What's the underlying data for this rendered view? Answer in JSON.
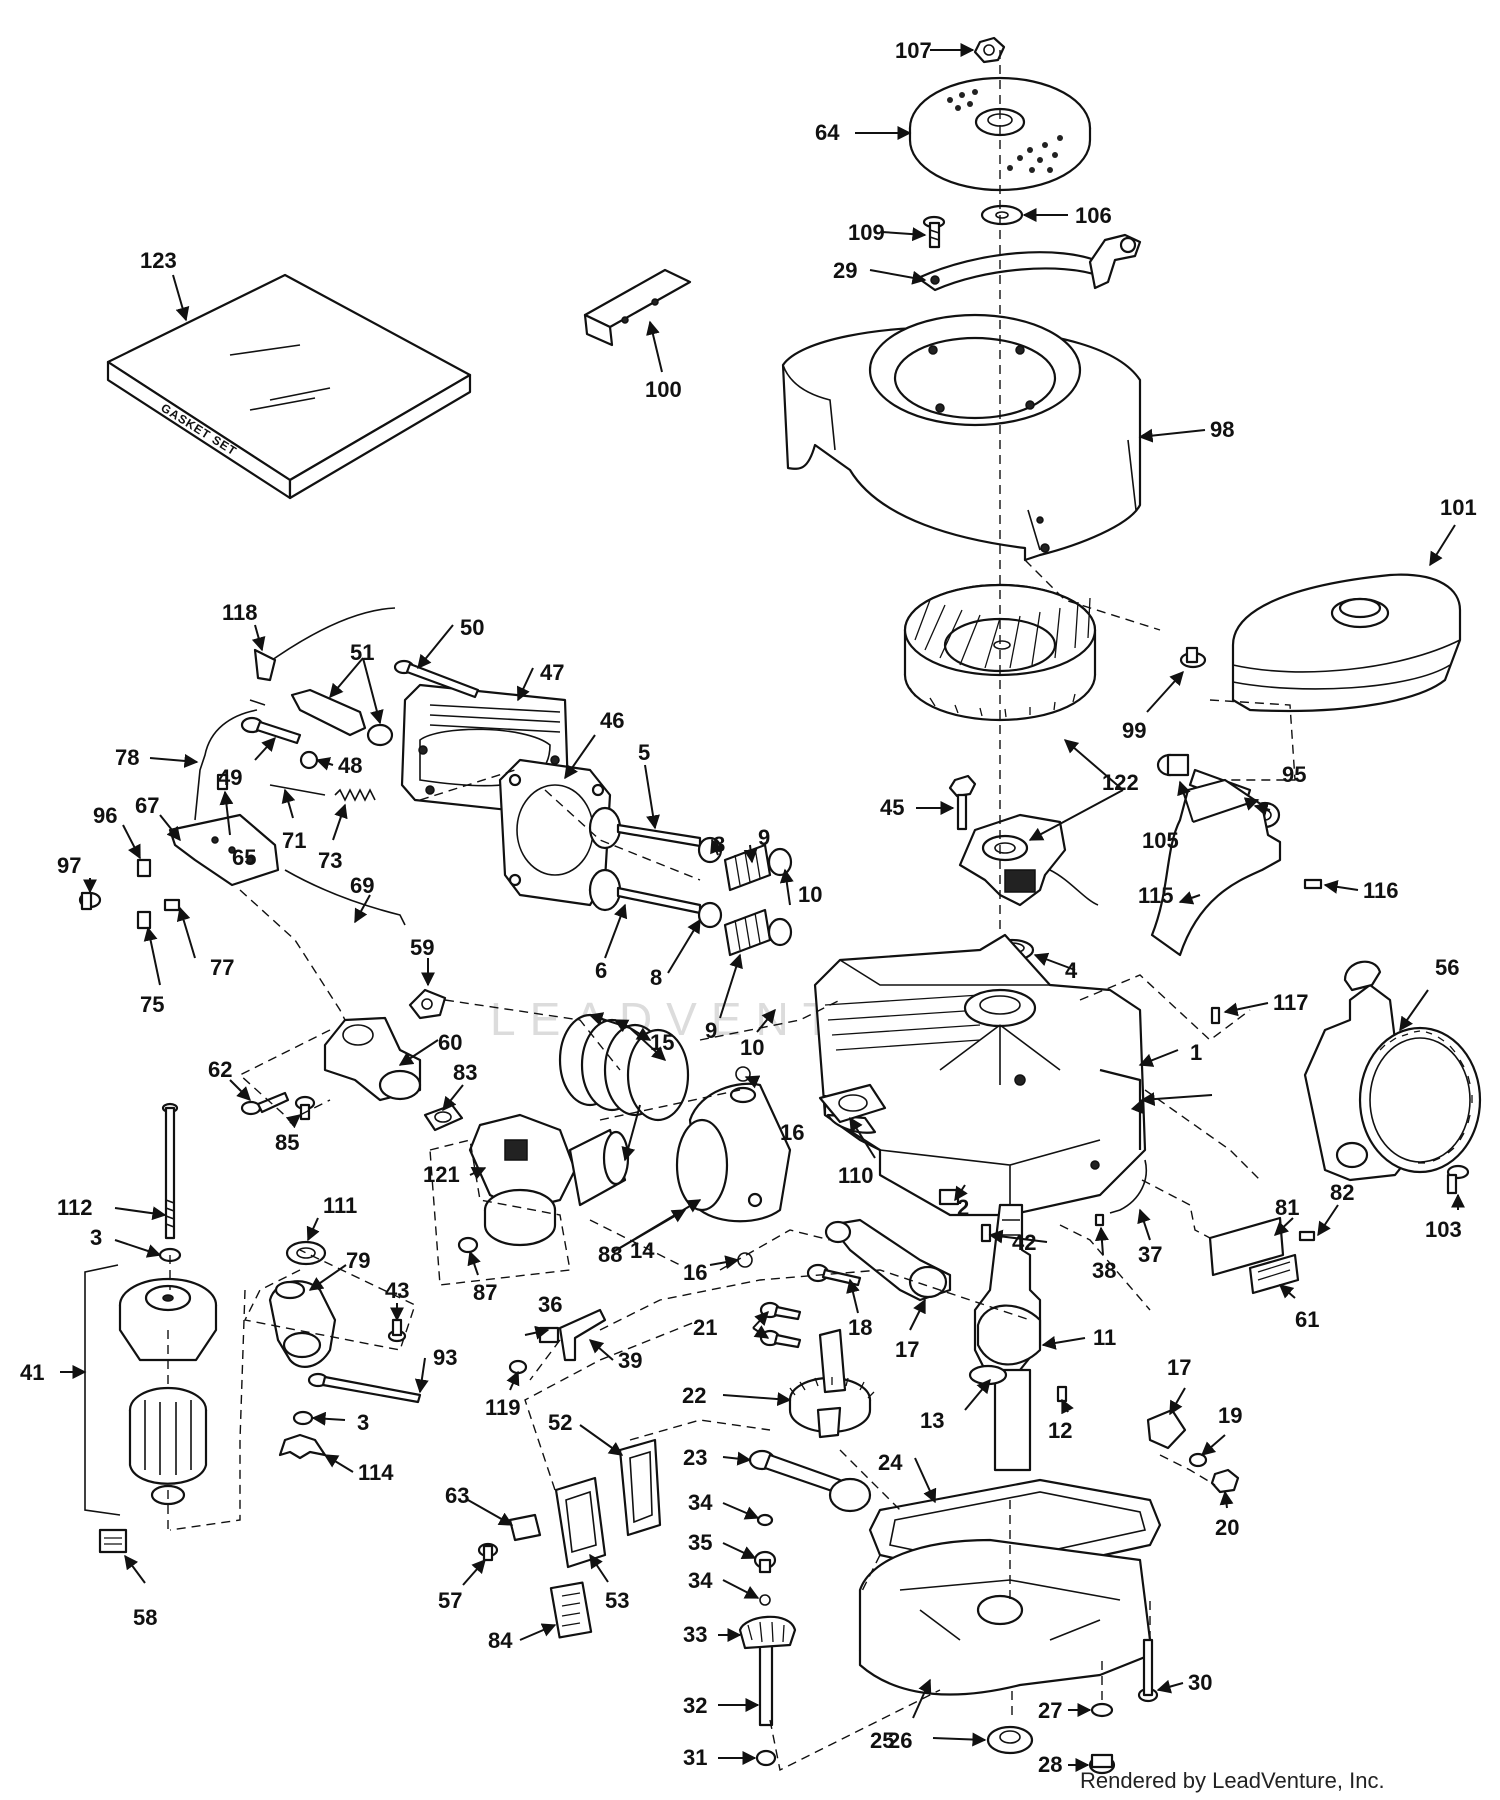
{
  "watermark": "LEADVENTURE",
  "credit": "Rendered by LeadVenture, Inc.",
  "gasket_box_text": "GASKET SET",
  "callouts": [
    "1",
    "2",
    "3",
    "3",
    "4",
    "5",
    "6",
    "8",
    "8",
    "9",
    "9",
    "10",
    "10",
    "11",
    "12",
    "13",
    "14",
    "15",
    "16",
    "16",
    "17",
    "17",
    "18",
    "19",
    "20",
    "21",
    "22",
    "23",
    "24",
    "25",
    "26",
    "27",
    "28",
    "29",
    "30",
    "31",
    "32",
    "33",
    "34",
    "34",
    "35",
    "36",
    "37",
    "38",
    "39",
    "41",
    "42",
    "43",
    "45",
    "46",
    "47",
    "48",
    "49",
    "50",
    "51",
    "52",
    "53",
    "56",
    "57",
    "58",
    "59",
    "60",
    "61",
    "62",
    "63",
    "64",
    "65",
    "67",
    "69",
    "71",
    "73",
    "75",
    "77",
    "78",
    "79",
    "81",
    "82",
    "83",
    "84",
    "85",
    "87",
    "88",
    "93",
    "95",
    "96",
    "97",
    "98",
    "99",
    "100",
    "101",
    "103",
    "105",
    "106",
    "107",
    "109",
    "110",
    "111",
    "112",
    "114",
    "115",
    "116",
    "117",
    "118",
    "119",
    "121",
    "122",
    "123"
  ],
  "colors": {
    "ink": "#111111",
    "paper": "#ffffff",
    "watermark": "#dcdcdc"
  }
}
